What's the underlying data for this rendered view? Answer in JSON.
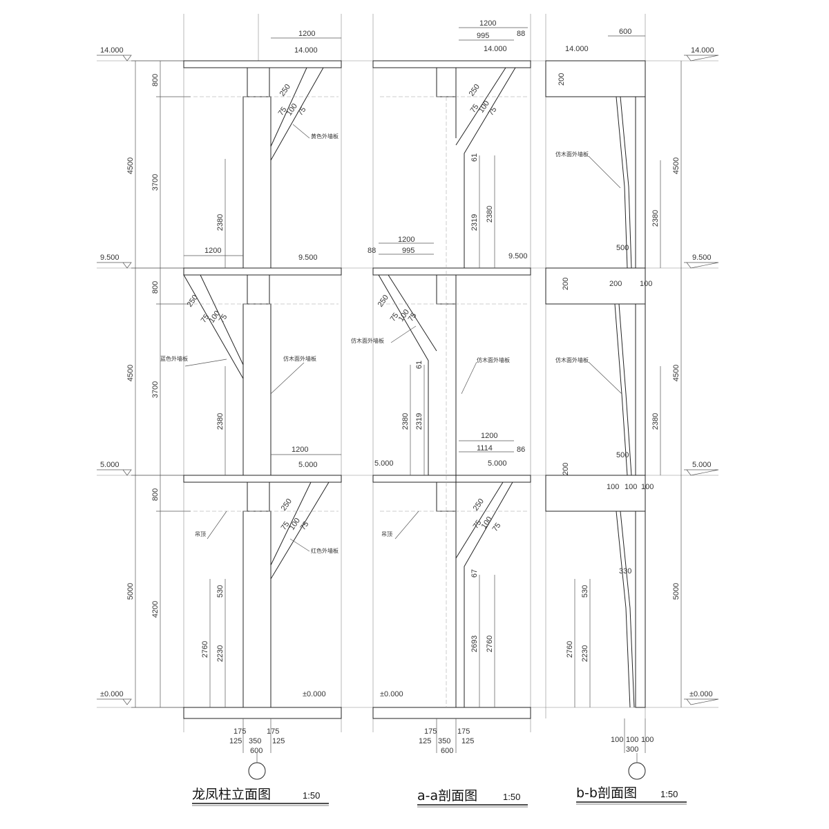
{
  "titles": {
    "elevation": {
      "name": "龙凤柱立面图",
      "scale": "1:50"
    },
    "section_aa": {
      "name": "a-a剖面图",
      "scale": "1:50"
    },
    "section_bb": {
      "name": "b-b剖面图",
      "scale": "1:50"
    }
  },
  "levels": [
    "14.000",
    "9.500",
    "5.000",
    "±0.000"
  ],
  "left_dims": {
    "floor_heights": [
      "4500",
      "4500",
      "5000"
    ],
    "beam_depth": [
      "800",
      "800",
      "800"
    ],
    "clear_heights": [
      "3700",
      "3700",
      "4200"
    ]
  },
  "right_dims": {
    "floor_heights": [
      "4500",
      "4500",
      "5000"
    ]
  },
  "elevation": {
    "top_dims": [
      "1200",
      "1200",
      "1200"
    ],
    "brace_dims": [
      "250",
      "75",
      "100",
      "75"
    ],
    "heights": [
      "2380",
      "2380",
      "530",
      "2760",
      "2230"
    ],
    "notes": [
      "黄色外墙板",
      "蓝色外墙板",
      "仿木面外墙板",
      "吊顶",
      "红色外墙板"
    ],
    "base_dims": [
      "175",
      "175",
      "125",
      "350",
      "125",
      "600"
    ]
  },
  "section_aa": {
    "top_dims": [
      "1200",
      "995",
      "88",
      "1200",
      "995",
      "88",
      "1200",
      "1114",
      "86"
    ],
    "brace_dims": [
      "250",
      "75",
      "100",
      "75"
    ],
    "heights": [
      "61",
      "2319",
      "2380",
      "61",
      "2380",
      "2319",
      "67",
      "2693",
      "2760"
    ],
    "notes": [
      "仿木面外墙板",
      "仿木面外墙板",
      "吊顶"
    ],
    "base_dims": [
      "175",
      "175",
      "125",
      "350",
      "125",
      "600"
    ]
  },
  "section_bb": {
    "top_dims": [
      "600"
    ],
    "slab_dims": [
      "200",
      "200",
      "200",
      "100",
      "200",
      "100",
      "100",
      "100"
    ],
    "heights": [
      "2380",
      "500",
      "2380",
      "500",
      "330",
      "530",
      "2760",
      "2230"
    ],
    "notes": [
      "仿木面外墙板",
      "仿木面外墙板"
    ],
    "base_dims": [
      "100",
      "100",
      "100",
      "300"
    ]
  }
}
